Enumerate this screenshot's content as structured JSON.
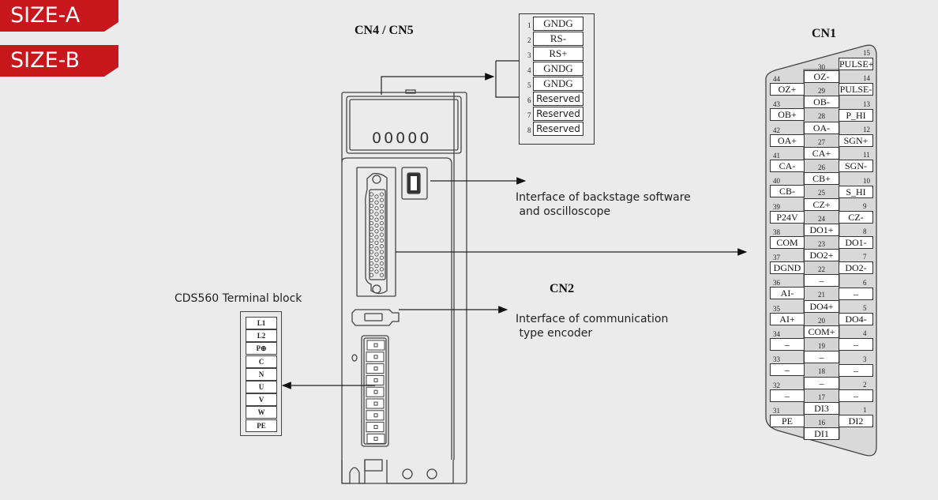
{
  "tags": [
    "SIZE-A",
    "SIZE-B"
  ],
  "colors": {
    "accent": "#c8161d",
    "background": "#ebebeb"
  },
  "cn4": {
    "title": "CN4 / CN5",
    "pins": [
      {
        "num": "1",
        "label": "GNDG"
      },
      {
        "num": "2",
        "label": "RS-"
      },
      {
        "num": "3",
        "label": "RS+"
      },
      {
        "num": "4",
        "label": "GNDG"
      },
      {
        "num": "5",
        "label": "GNDG"
      },
      {
        "num": "6",
        "label": "Reserved"
      },
      {
        "num": "7",
        "label": "Reserved"
      },
      {
        "num": "8",
        "label": "Reserved"
      }
    ]
  },
  "display": {
    "readout": "00000"
  },
  "notes": {
    "backstage": "Interface of backstage software\n and oscilloscope",
    "cn2_title": "CN2",
    "encoder": "Interface of communication\n type encoder"
  },
  "terminal_block": {
    "title": "CDS560 Terminal block",
    "terminals": [
      "L1",
      "L2",
      "P⊕",
      "C",
      "N",
      "U",
      "V",
      "W",
      "PE"
    ]
  },
  "cn1": {
    "title": "CN1",
    "right_col": [
      {
        "num": "15",
        "label": "PULSE+"
      },
      {
        "num": "14",
        "label": "PULSE-"
      },
      {
        "num": "13",
        "label": "P_HI"
      },
      {
        "num": "12",
        "label": "SGN+"
      },
      {
        "num": "11",
        "label": "SGN-"
      },
      {
        "num": "10",
        "label": "S_HI"
      },
      {
        "num": "9",
        "label": "CZ-"
      },
      {
        "num": "8",
        "label": "DO1-"
      },
      {
        "num": "7",
        "label": "DO2-"
      },
      {
        "num": "6",
        "label": "–"
      },
      {
        "num": "5",
        "label": "DO4-"
      },
      {
        "num": "4",
        "label": "–"
      },
      {
        "num": "3",
        "label": "–"
      },
      {
        "num": "2",
        "label": "–"
      },
      {
        "num": "1",
        "label": "DI2"
      }
    ],
    "middle_col": [
      {
        "num": "30",
        "label": "OZ-"
      },
      {
        "num": "29",
        "label": "OB-"
      },
      {
        "num": "28",
        "label": "OA-"
      },
      {
        "num": "27",
        "label": "CA+"
      },
      {
        "num": "26",
        "label": "CB+"
      },
      {
        "num": "25",
        "label": "CZ+"
      },
      {
        "num": "24",
        "label": "DO1+"
      },
      {
        "num": "23",
        "label": "DO2+"
      },
      {
        "num": "22",
        "label": "–"
      },
      {
        "num": "21",
        "label": "DO4+"
      },
      {
        "num": "20",
        "label": "COM+"
      },
      {
        "num": "19",
        "label": "–"
      },
      {
        "num": "18",
        "label": "–"
      },
      {
        "num": "17",
        "label": "DI3"
      },
      {
        "num": "16",
        "label": "DI1"
      }
    ],
    "left_col": [
      {
        "num": "44",
        "label": "OZ+"
      },
      {
        "num": "43",
        "label": "OB+"
      },
      {
        "num": "42",
        "label": "OA+"
      },
      {
        "num": "41",
        "label": "CA-"
      },
      {
        "num": "40",
        "label": "CB-"
      },
      {
        "num": "39",
        "label": "P24V"
      },
      {
        "num": "38",
        "label": "COM"
      },
      {
        "num": "37",
        "label": "DGND"
      },
      {
        "num": "36",
        "label": "AI-"
      },
      {
        "num": "35",
        "label": "AI+"
      },
      {
        "num": "34",
        "label": "–"
      },
      {
        "num": "33",
        "label": "–"
      },
      {
        "num": "32",
        "label": "–"
      },
      {
        "num": "31",
        "label": "PE"
      }
    ]
  }
}
